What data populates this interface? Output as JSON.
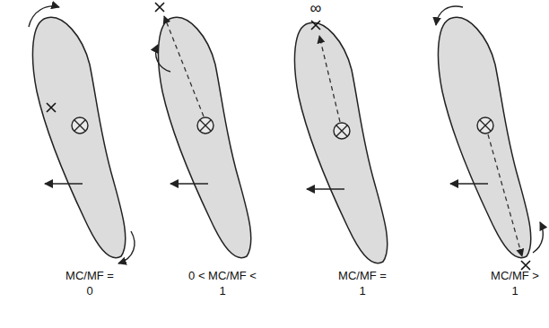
{
  "diagram": {
    "labels": [
      "MC/MF = 0",
      "0 < MC/MF < 1",
      "MC/MF = 1",
      "MC/MF > 1",
      "∞"
    ]
  }
}
